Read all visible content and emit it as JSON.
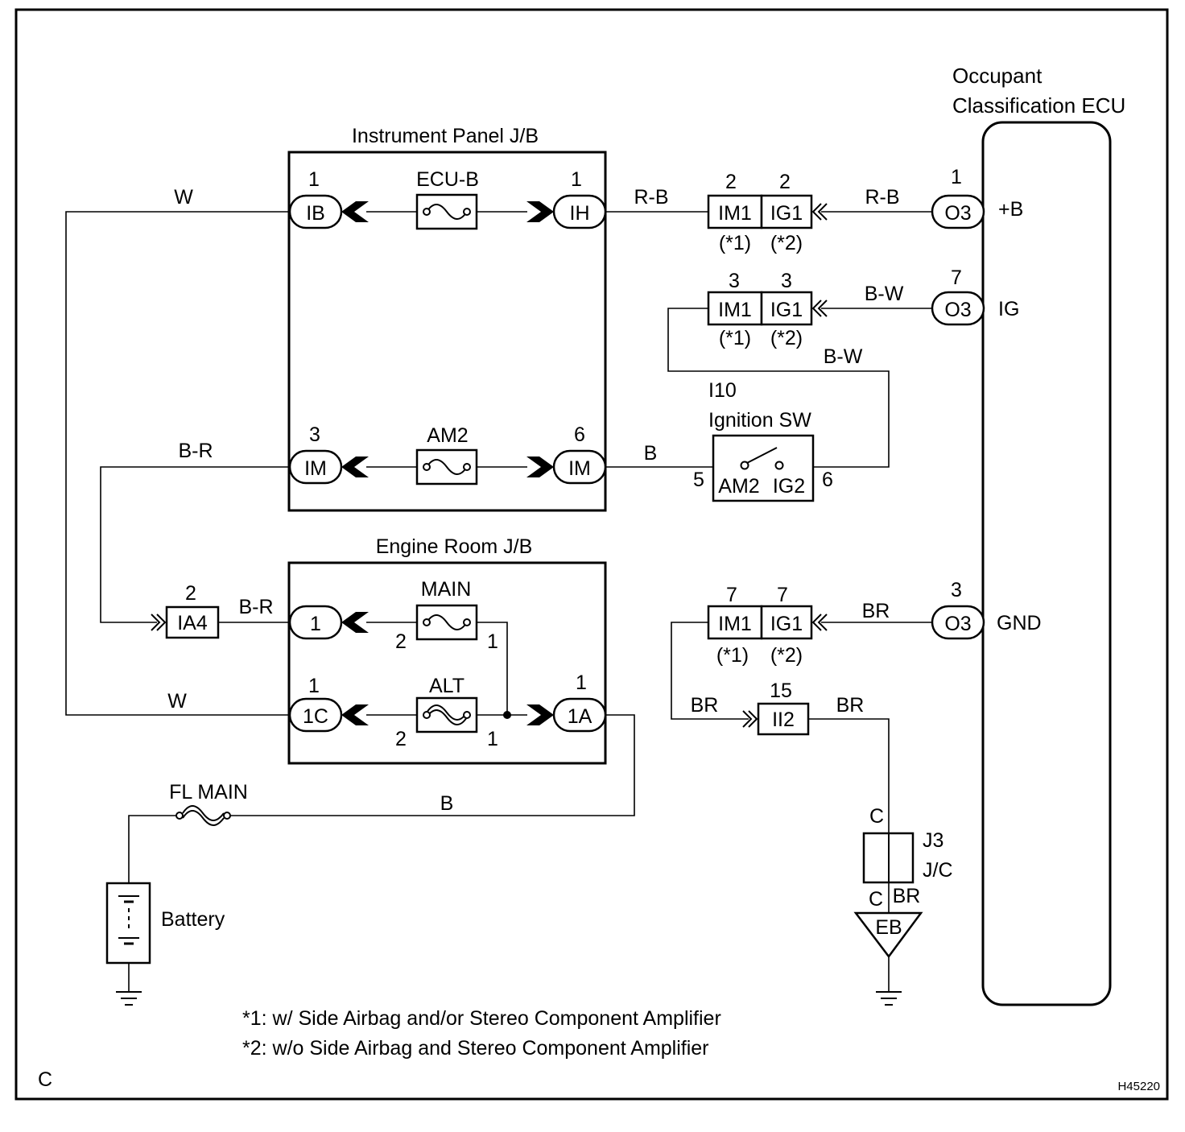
{
  "corner_mark": "C",
  "figure_id": "H45220",
  "ecu": {
    "title_line1": "Occupant",
    "title_line2": "Classification ECU",
    "pin_b": "+B",
    "pin_ig": "IG",
    "pin_gnd": "GND"
  },
  "ip_jb": {
    "title": "Instrument Panel J/B",
    "fuse_ecub": "ECU-B",
    "fuse_am2": "AM2",
    "conn_ib": "IB",
    "conn_ih": "IH",
    "conn_im_left": "IM",
    "conn_im_right": "IM",
    "pin_ib": "1",
    "pin_ih": "1",
    "pin_im_left": "3",
    "pin_im_right": "6"
  },
  "er_jb": {
    "title": "Engine Room J/B",
    "fuse_main": "MAIN",
    "fuse_alt": "ALT",
    "conn_1": "1",
    "conn_1c": "1C",
    "conn_1a": "1A",
    "pin_1c": "1",
    "pin_1a": "1",
    "main_left_pin": "2",
    "main_right_pin": "1",
    "alt_left_pin": "2",
    "alt_right_pin": "1"
  },
  "connectors": {
    "im1": "IM1",
    "ig1": "IG1",
    "note1": "(*1)",
    "note2": "(*2)",
    "row1_pin": "2",
    "row2_pin": "3",
    "row3_pin": "7",
    "o3": "O3",
    "o3_pin_b": "1",
    "o3_pin_ig": "7",
    "o3_pin_gnd": "3",
    "ia4": "IA4",
    "ia4_pin": "2",
    "ii2": "II2",
    "ii2_pin": "15"
  },
  "ignition": {
    "id": "I10",
    "name": "Ignition SW",
    "left_pin": "5",
    "right_pin": "6",
    "left_label": "AM2",
    "right_label": "IG2"
  },
  "wires": {
    "w_top": "W",
    "w_bottom": "W",
    "rb_left": "R-B",
    "rb_right": "R-B",
    "bw_top": "B-W",
    "bw_loop": "B-W",
    "br_left": "B-R",
    "br_ia4": "B-R",
    "b_ign": "B",
    "b_battery": "B",
    "br_gnd": "BR",
    "br_ii2_left": "BR",
    "br_ii2_right": "BR",
    "br_jc": "BR"
  },
  "fl_main": "FL MAIN",
  "battery": "Battery",
  "jc": {
    "id": "J3",
    "name": "J/C",
    "top_pin": "C",
    "bottom_pin": "C"
  },
  "ground_eb": "EB",
  "notes": {
    "note1": "*1: w/ Side Airbag and/or Stereo Component Amplifier",
    "note2": "*2: w/o Side Airbag and Stereo Component Amplifier"
  }
}
